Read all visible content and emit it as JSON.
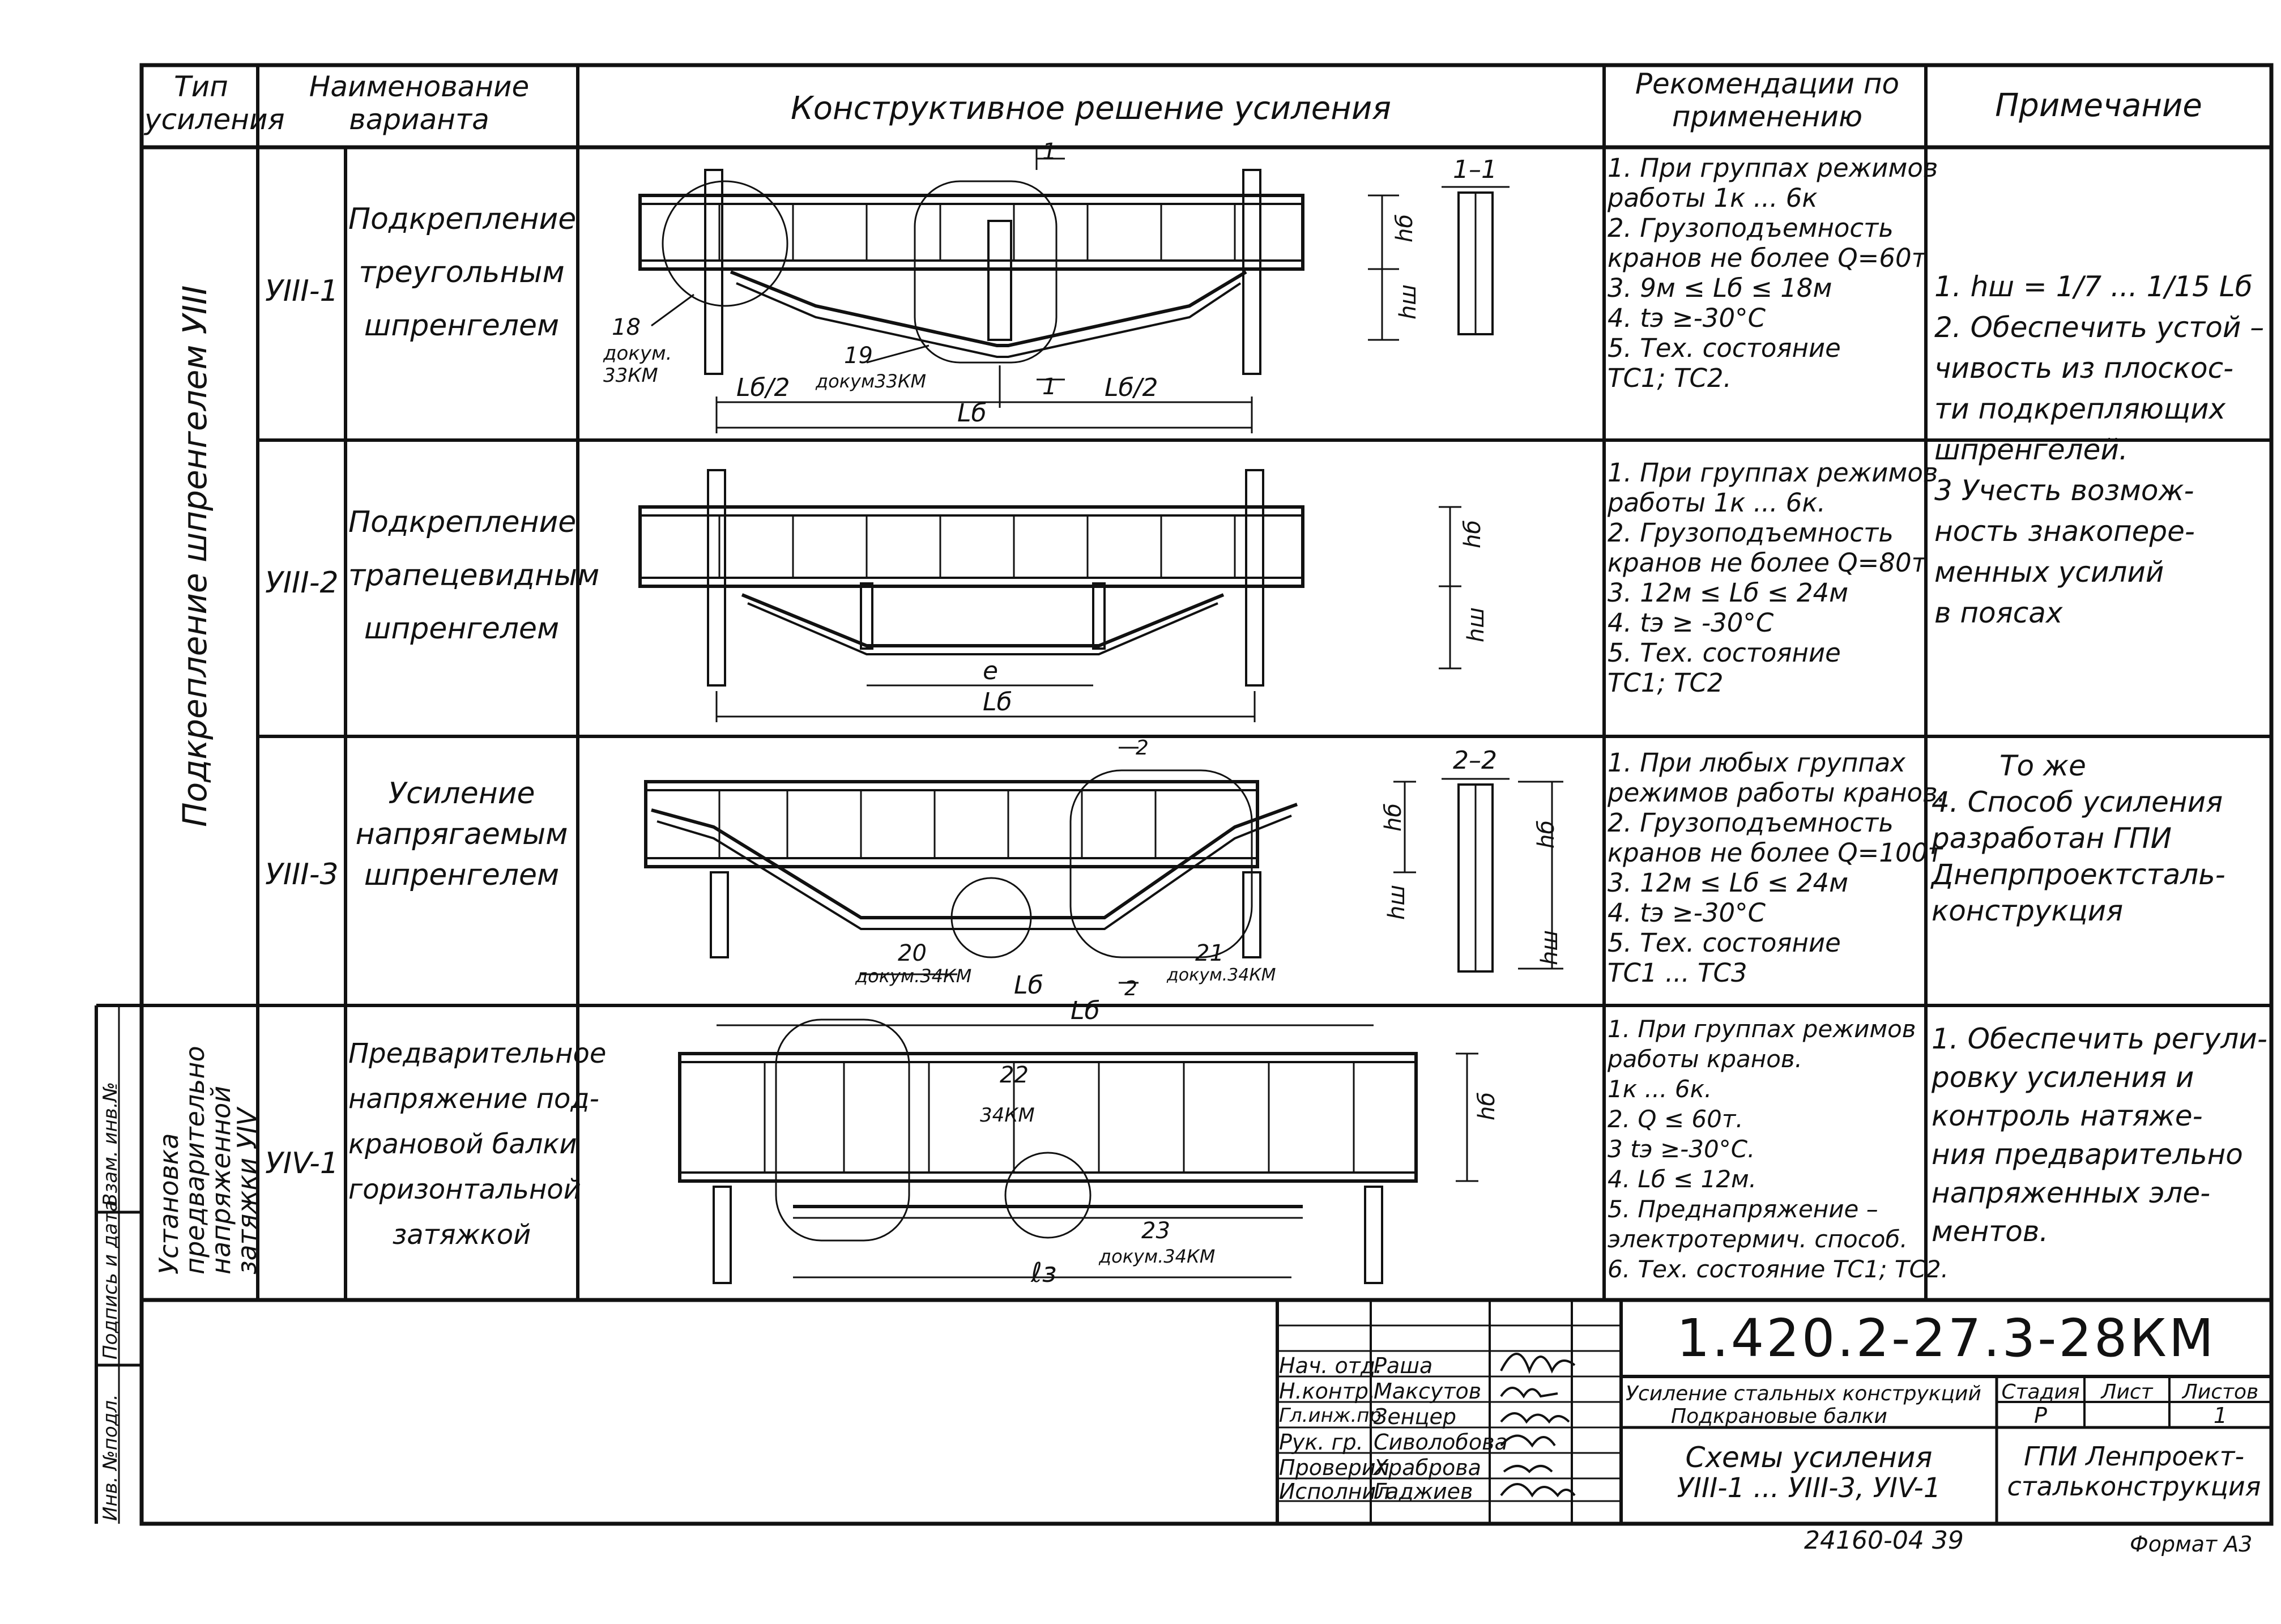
{
  "header": {
    "type": "Тип усиления",
    "name": "Наименование варианта",
    "solution": "Конструктивное решение усиления",
    "recommend": "Рекомендации по применению",
    "note": "Примечание"
  },
  "group1_label": "Подкрепление шпренгелем УIII",
  "group2_label": "Установка предварительно напряженной затяжки УIV",
  "rows": [
    {
      "code": "УIII-1",
      "name": [
        "Подкрепление",
        "треугольным",
        "шпренгелем"
      ],
      "rec": [
        "1. При группах режимов",
        "работы 1к ... 6к",
        "2. Грузоподъемность",
        "кранов не более Q=60т",
        "3. 9м ≤ Lб ≤ 18м",
        "4. tэ ≥-30°C",
        "5. Тех. состояние",
        "ТС1; ТС2."
      ]
    },
    {
      "code": "УIII-2",
      "name": [
        "Подкрепление",
        "трапецевидным",
        "шпренгелем"
      ],
      "rec": [
        "1. При группах режимов",
        "работы 1к ... 6к.",
        "2. Грузоподъемность",
        "кранов не более Q=80т",
        "3. 12м ≤ Lб ≤ 24м",
        "4. tэ ≥ -30°C",
        "5. Тех. состояние",
        "ТС1; ТС2"
      ]
    },
    {
      "code": "УIII-3",
      "name": [
        "Усиление",
        "напрягаемым",
        "шпренгелем"
      ],
      "rec": [
        "1. При любых группах",
        "режимов работы кранов.",
        "2. Грузоподъемность",
        "кранов не более Q=100т",
        "3. 12м ≤ Lб ≤ 24м",
        "4. tэ ≥-30°C",
        "5. Тех. состояние",
        "ТС1 ... ТС3"
      ]
    },
    {
      "code": "УIV-1",
      "name": [
        "Предварительное",
        "напряжение под-",
        "крановой балки",
        "горизонтальной",
        "затяжкой"
      ],
      "rec": [
        "1. При группах режимов",
        "работы кранов.",
        "1к ... 6к.",
        "2. Q ≤ 60т.",
        "3 tэ ≥-30°C.",
        "4. Lб ≤ 12м.",
        "5. Преднапряжение –",
        "электротермич. способ.",
        "6. Тех. состояние ТС1; ТС2."
      ]
    }
  ],
  "notes_g1": [
    "1. hш = 1/7 ... 1/15 Lб",
    "2. Обеспечить устой –",
    "чивость из плоскос-",
    "ти подкрепляющих",
    "шпренгелей.",
    "3 Учесть возмож-",
    "ность знакопере-",
    "менных усилий",
    "в поясах"
  ],
  "notes_r3": [
    "То же",
    "4. Способ усиления",
    "разработан ГПИ",
    "Днепрпроектсталь-",
    "конструкция"
  ],
  "notes_r4": [
    "1. Обеспечить регули-",
    "ровку усиления и",
    "контроль натяже-",
    "ния предварительно",
    "напряженных эле-",
    "ментов."
  ],
  "labels": {
    "hb": "hб",
    "hsh": "hш",
    "Lb": "Lб",
    "Lb2": "Lб/2",
    "e": "e",
    "l3": "ℓз",
    "sec1": "1–1",
    "sec2": "2–2",
    "one": "1",
    "two": "2",
    "n18": "18",
    "n19": "19",
    "n20": "20",
    "n21": "21",
    "n22": "22",
    "n23": "23",
    "d33": "докум. 33КМ",
    "d33b": "докум33КМ",
    "d34": "докум.34КМ",
    "d34b": "докум.34КМ",
    "km34": "34КМ",
    "d34c": "докум.34КМ"
  },
  "side_stamp": [
    "Инв. №подл.",
    "Подпись и дата",
    "Взам. инв.№"
  ],
  "title_block": {
    "doc_code": "1.420.2-27.3-28КМ",
    "roles": [
      "Нач. отд.",
      "Н.контр.",
      "Гл.инж.пр.",
      "Рук. гр.",
      "Проверил",
      "Исполнил"
    ],
    "people": [
      "Раша",
      "Максутов",
      "Зенцер",
      "Сиволобова",
      "Храброва",
      "Гаджиев"
    ],
    "project_line1": "Усиление стальных конструкций",
    "project_line2": "Подкрановые балки",
    "stage_h": "Стадия",
    "sheet_h": "Лист",
    "sheets_h": "Листов",
    "stage": "Р",
    "sheets": "1",
    "sheet_title1": "Схемы усиления",
    "sheet_title2": "УIII-1 ... УIII-3, УIV-1",
    "org1": "ГПИ Ленпроект-",
    "org2": "стальконструкция"
  },
  "bottom_num": "24160-04 39",
  "format": "Формат А3"
}
